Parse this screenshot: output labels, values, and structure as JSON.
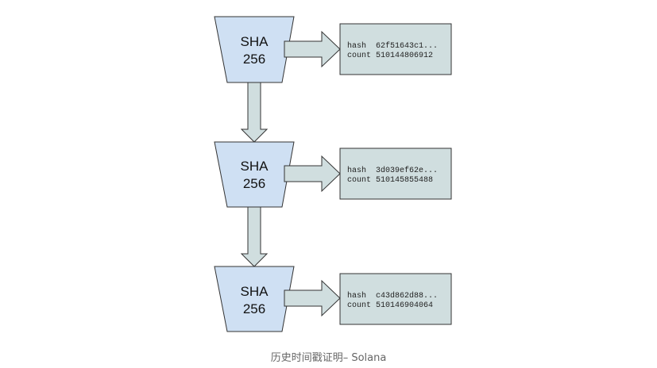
{
  "stages": [
    {
      "hash_label": "hash",
      "hash_value": "62f51643c1...",
      "count_label": "count",
      "count_value": "510144806912",
      "block_line1": "SHA",
      "block_line2": "256"
    },
    {
      "hash_label": "hash",
      "hash_value": "3d039ef62e...",
      "count_label": "count",
      "count_value": "510145855488",
      "block_line1": "SHA",
      "block_line2": "256"
    },
    {
      "hash_label": "hash",
      "hash_value": "c43d862d88...",
      "count_label": "count",
      "count_value": "510146904064",
      "block_line1": "SHA",
      "block_line2": "256"
    }
  ],
  "caption": "历史时间戳证明– Solana",
  "colors": {
    "block_fill": "#cfe0f3",
    "output_fill": "#d0dedf",
    "stroke": "#333333",
    "caption": "#666666"
  }
}
